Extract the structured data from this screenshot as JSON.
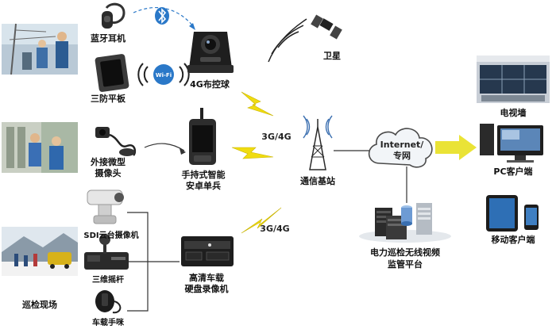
{
  "colors": {
    "accent_blue": "#2a78c8",
    "bolt_yellow": "#f0dc10",
    "arrow_yellow": "#e8e020",
    "dark_device": "#1e1e1e",
    "cloud_fill": "#f2f5f8",
    "connector_gray": "#333333"
  },
  "icons": {
    "bluetooth": "bluetooth-icon",
    "wifi": "wifi-icon",
    "satellite": "satellite-icon",
    "tower": "radio-tower-icon",
    "cloud": "cloud-icon"
  },
  "labels": {
    "bluetooth_headset": "蓝牙耳机",
    "rugged_tablet": "三防平板",
    "dome_camera": "4G布控球",
    "satellite": "卫星",
    "external_cam_line1": "外接微型",
    "external_cam_line2": "摄像头",
    "handheld_line1": "手持式智能",
    "handheld_line2": "安卓单兵",
    "net_upper": "3G/4G",
    "net_lower": "3G/4G",
    "base_station": "通信基站",
    "cloud_line1": "Internet/",
    "cloud_line2": "专网",
    "video_wall": "电视墙",
    "pc_client": "PC客户端",
    "mobile_client": "移动客户端",
    "platform_line1": "电力巡检无线视频",
    "platform_line2": "监管平台",
    "ptz_camera": "SDI云台摄像机",
    "joystick": "三维摇杆",
    "car_mic": "车载手咪",
    "dvr_line1": "高清车载",
    "dvr_line2": "硬盘录像机",
    "inspection_site": "巡检现场",
    "wifi_badge": "Wi-Fi"
  }
}
